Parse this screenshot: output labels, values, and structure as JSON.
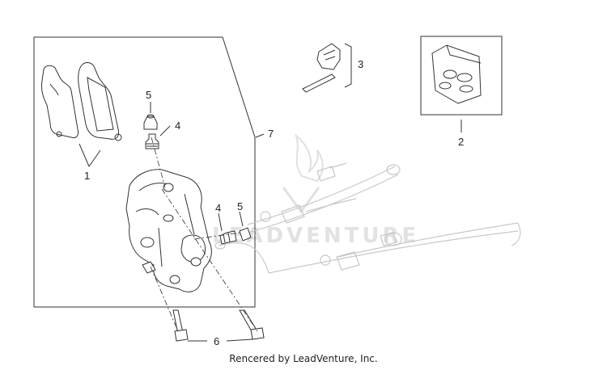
{
  "diagram": {
    "callouts": {
      "c1": "1",
      "c2": "2",
      "c3": "3",
      "c4a": "4",
      "c4b": "4",
      "c5a": "5",
      "c5b": "5",
      "c6": "6",
      "c7": "7"
    },
    "watermark": "LEADVENTURE"
  },
  "footer": {
    "credit": "Rencered by LeadVenture, Inc."
  }
}
